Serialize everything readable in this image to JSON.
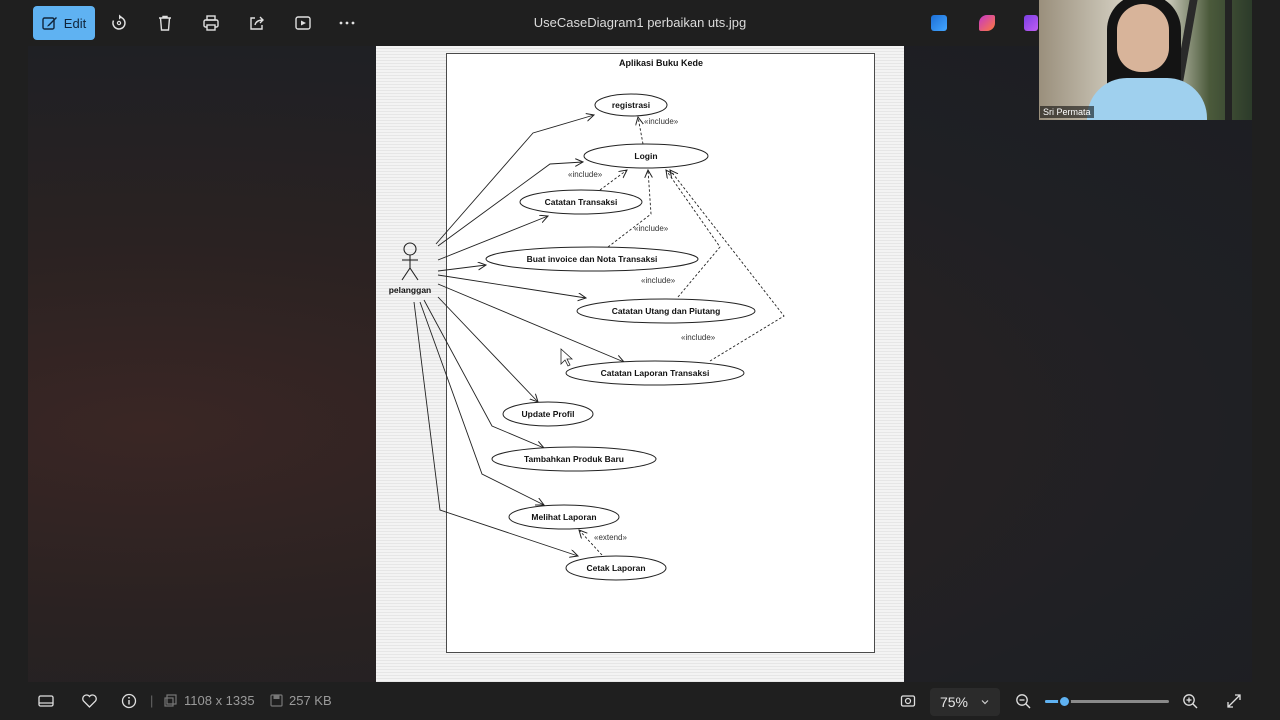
{
  "toolbar": {
    "edit_label": "Edit",
    "icons": [
      "rotate-icon",
      "delete-icon",
      "print-icon",
      "share-icon",
      "slideshow-icon",
      "more-icon"
    ]
  },
  "window": {
    "title": "UseCaseDiagram1 perbaikan uts.jpg"
  },
  "webcam": {
    "name": "Sri Permata"
  },
  "diagram": {
    "title": "Aplikasi Buku Kede",
    "actor": "pelanggan",
    "use_cases": {
      "registrasi": "registrasi",
      "login": "Login",
      "catatan_transaksi": "Catatan Transaksi",
      "invoice": "Buat invoice dan Nota Transaksi",
      "utang": "Catatan Utang dan Piutang",
      "laporan_transaksi": "Catatan Laporan Transaksi",
      "update_profil": "Update Profil",
      "produk_baru": "Tambahkan Produk Baru",
      "melihat_laporan": "Melihat Laporan",
      "cetak_laporan": "Cetak Laporan"
    },
    "relations": {
      "include": "«include»",
      "extend": "«extend»"
    }
  },
  "status": {
    "dimensions": "1108 x 1335",
    "file_size": "257 KB",
    "zoom": "75%",
    "zoom_level_percent": 15
  },
  "colors": {
    "accent": "#5fb2f2"
  }
}
